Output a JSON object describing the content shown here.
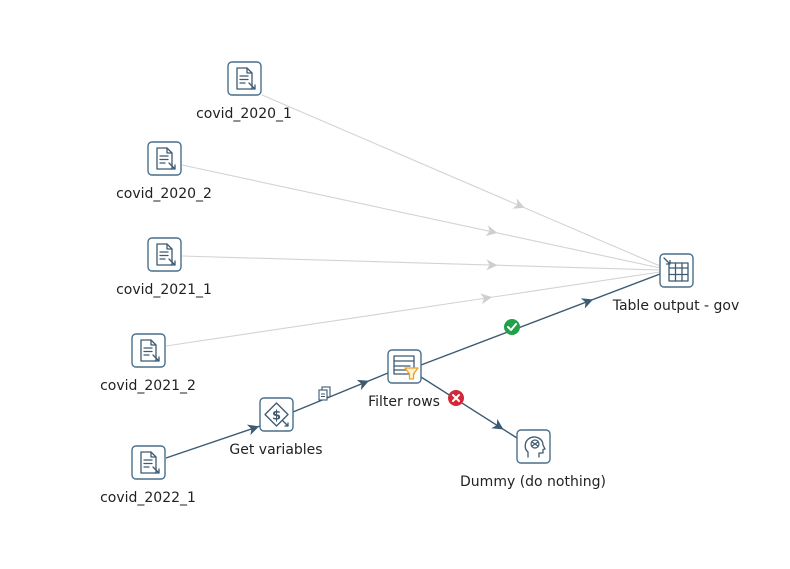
{
  "steps": {
    "covid_2020_1": {
      "label": "covid_2020_1",
      "icon": "text-file-input-icon"
    },
    "covid_2020_2": {
      "label": "covid_2020_2",
      "icon": "text-file-input-icon"
    },
    "covid_2021_1": {
      "label": "covid_2021_1",
      "icon": "text-file-input-icon"
    },
    "covid_2021_2": {
      "label": "covid_2021_2",
      "icon": "text-file-input-icon"
    },
    "covid_2022_1": {
      "label": "covid_2022_1",
      "icon": "text-file-input-icon"
    },
    "get_variables": {
      "label": "Get variables",
      "icon": "get-variables-icon"
    },
    "filter_rows": {
      "label": "Filter rows",
      "icon": "filter-rows-icon"
    },
    "table_output": {
      "label": "Table output - gov",
      "icon": "table-output-icon"
    },
    "dummy": {
      "label": "Dummy (do nothing)",
      "icon": "dummy-icon"
    }
  },
  "hops": [
    {
      "from": "covid_2020_1",
      "to": "table_output",
      "state": "disabled"
    },
    {
      "from": "covid_2020_2",
      "to": "table_output",
      "state": "disabled"
    },
    {
      "from": "covid_2021_1",
      "to": "table_output",
      "state": "disabled"
    },
    {
      "from": "covid_2021_2",
      "to": "table_output",
      "state": "disabled"
    },
    {
      "from": "covid_2022_1",
      "to": "get_variables",
      "state": "enabled"
    },
    {
      "from": "get_variables",
      "to": "filter_rows",
      "state": "enabled",
      "badge": "copy-rows-icon"
    },
    {
      "from": "filter_rows",
      "to": "table_output",
      "state": "enabled",
      "badge": "true-check-icon"
    },
    {
      "from": "filter_rows",
      "to": "dummy",
      "state": "enabled",
      "badge": "false-cross-icon"
    }
  ],
  "colors": {
    "hop_enabled": "#3c5a72",
    "hop_disabled": "#d3d3d3",
    "true_badge": "#22a04b",
    "false_badge": "#d2283a",
    "icon_border": "#4a6f8a",
    "filter_accent": "#f0a020"
  }
}
